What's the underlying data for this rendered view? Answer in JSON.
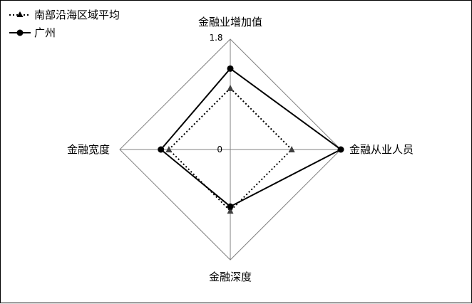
{
  "chart_data": {
    "type": "radar",
    "title": "",
    "axes": [
      "金融业增加值",
      "金融从业人员",
      "金融深度",
      "金融宽度"
    ],
    "range": [
      0,
      1.8
    ],
    "tick_labels": [
      "0",
      "1.8"
    ],
    "series": [
      {
        "name": "南部沿海区域平均",
        "values": [
          1.0,
          1.0,
          1.0,
          1.0
        ],
        "line_style": "dotted",
        "marker": "triangle",
        "color": "#000000"
      },
      {
        "name": "广州",
        "values": [
          1.32,
          1.8,
          0.93,
          1.13
        ],
        "line_style": "solid",
        "marker": "circle",
        "color": "#000000"
      }
    ],
    "grid": true,
    "legend_position": "top-left"
  }
}
